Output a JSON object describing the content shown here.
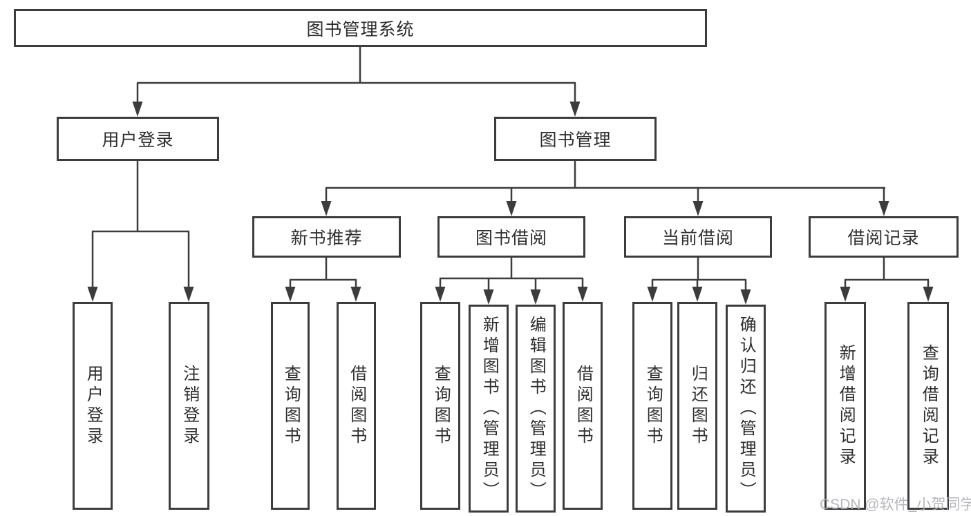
{
  "diagram_title": "图书管理系统",
  "tree": {
    "root": "图书管理系统",
    "level2": [
      {
        "label": "用户登录",
        "leaves": [
          "用户登录",
          "注销登录"
        ]
      },
      {
        "label": "图书管理",
        "groups": [
          {
            "label": "新书推荐",
            "leaves": [
              "查询图书",
              "借阅图书"
            ]
          },
          {
            "label": "图书借阅",
            "leaves": [
              "查询图书",
              "新增图书（管理员）",
              "编辑图书（管理员）",
              "借阅图书"
            ]
          },
          {
            "label": "当前借阅",
            "leaves": [
              "查询图书",
              "归还图书",
              "确认归还（管理员）"
            ]
          },
          {
            "label": "借阅记录",
            "leaves": [
              "新增借阅记录",
              "查询借阅记录"
            ]
          }
        ]
      }
    ]
  },
  "watermark": {
    "text": "CSDN @软件_小贺同学"
  },
  "colors": {
    "line": "#3c3c3c",
    "border": "#3c3c3c",
    "boxbg": "#ffffff",
    "text": "#2d2d2d",
    "bg": "#ffffff",
    "watermark": "#afafb5"
  }
}
